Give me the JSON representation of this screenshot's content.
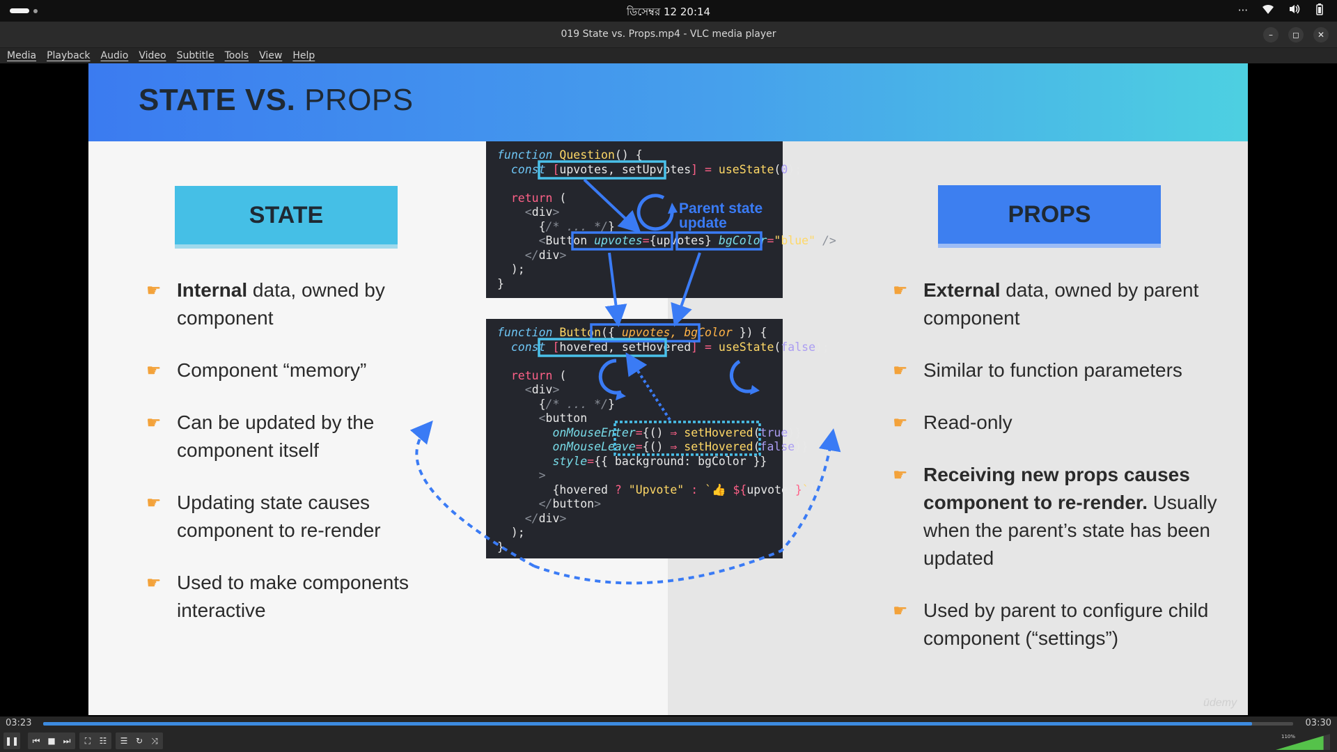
{
  "system": {
    "clock": "ডিসেম্বর 12  20:14",
    "tray_more": "···"
  },
  "window": {
    "title": "019 State vs. Props.mp4 - VLC media player",
    "btn_minimize": "–",
    "btn_maximize": "◻",
    "btn_close": "✕"
  },
  "menu": [
    "Media",
    "Playback",
    "Audio",
    "Video",
    "Subtitle",
    "Tools",
    "View",
    "Help"
  ],
  "slide": {
    "title_bold": "STATE VS.",
    "title_rest": " PROPS",
    "state_heading": "STATE",
    "props_heading": "PROPS",
    "state_bullets": [
      {
        "bold": "Internal",
        "rest": " data, owned by component"
      },
      {
        "bold": "",
        "rest": "Component “memory”"
      },
      {
        "bold": "",
        "rest": "Can be updated by the component itself"
      },
      {
        "bold": "",
        "rest": "Updating state causes component to re-render"
      },
      {
        "bold": "",
        "rest": "Used to make components interactive"
      }
    ],
    "props_bullets": [
      {
        "bold": "External",
        "rest": " data, owned by parent component"
      },
      {
        "bold": "",
        "rest": "Similar to function parameters"
      },
      {
        "bold": "",
        "rest": "Read-only"
      },
      {
        "bold": "Receiving new props causes component to re-render.",
        "rest": " Usually when the parent’s state has been updated"
      },
      {
        "bold": "",
        "rest": "Used by parent to configure child component (“settings”)"
      }
    ],
    "annotation_line1": "Parent state",
    "annotation_line2": "update",
    "watermark": "ūdemy"
  },
  "player": {
    "elapsed": "03:23",
    "total": "03:30",
    "progress_fraction": 0.967,
    "volume_label": "110%",
    "volume_fraction": 0.88,
    "buttons": [
      {
        "name": "pause-button",
        "glyph": "❚❚"
      },
      {
        "name": "previous-button",
        "glyph": "⏮"
      },
      {
        "name": "stop-button",
        "glyph": "■"
      },
      {
        "name": "next-button",
        "glyph": "⏭"
      },
      {
        "name": "fullscreen-button",
        "glyph": "⛶"
      },
      {
        "name": "extended-settings-button",
        "glyph": "☷"
      },
      {
        "name": "playlist-button",
        "glyph": "☰"
      },
      {
        "name": "loop-button",
        "glyph": "↻"
      },
      {
        "name": "shuffle-button",
        "glyph": "⤨"
      }
    ],
    "accent": "#3d8be0"
  }
}
